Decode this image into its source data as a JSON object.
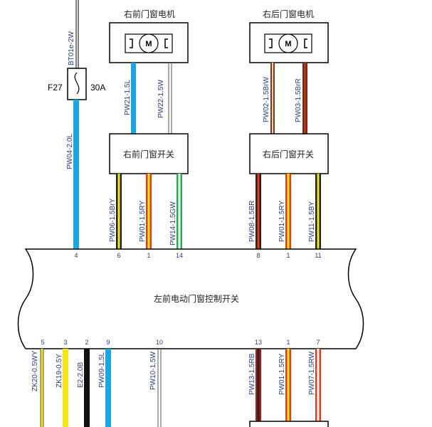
{
  "motors": {
    "right_front": {
      "title": "右前门窗电机",
      "symbol": "M"
    },
    "right_rear": {
      "title": "右后门窗电机",
      "symbol": "M"
    }
  },
  "switches": {
    "right_front": "右前门窗开关",
    "right_rear": "右后门窗开关"
  },
  "main_switch": {
    "title": "左前电动门窗控制开关"
  },
  "fuse": {
    "name": "F27",
    "rating": "30A",
    "feed_wire": "BT01e-2W"
  },
  "wires": {
    "pw04": {
      "label": "PW04-2.0L",
      "color": "#1aa7e6"
    },
    "pw21": {
      "label": "PW21-1.5L",
      "color": "#1aa7e6"
    },
    "pw22": {
      "label": "PW22-1.5W",
      "color": "#ffffff"
    },
    "pw02": {
      "label": "PW02-1.5BrW",
      "color": "#7a3a16"
    },
    "pw03": {
      "label": "PW03-1.5BrR",
      "color": "#7a2a12"
    },
    "pw06": {
      "label": "PW06-1.5BrY",
      "color": "#8a6a1a"
    },
    "pw01_a": {
      "label": "PW01-1.5RY",
      "color": "#e53a1a"
    },
    "pw14": {
      "label": "PW14-1.5GW",
      "color": "#22b04a"
    },
    "pw08": {
      "label": "PW08-1.5BR",
      "color": "#222222"
    },
    "pw01_b": {
      "label": "PW01-1.5RY",
      "color": "#e53a1a"
    },
    "pw11": {
      "label": "PW11-1.5BY",
      "color": "#222222"
    },
    "zk20": {
      "label": "ZK20-0.5WY",
      "color": "#ffffff"
    },
    "zk19": {
      "label": "ZK19-0.5Y",
      "color": "#f3e51a"
    },
    "e2": {
      "label": "E2-2.0B",
      "color": "#111111"
    },
    "pw09": {
      "label": "PW09-1.5L",
      "color": "#1aa7e6"
    },
    "pw10": {
      "label": "PW10-1.5W",
      "color": "#ffffff"
    },
    "pw13": {
      "label": "PW13-1.5RB",
      "color": "#b01818"
    },
    "pw01_c": {
      "label": "PW01-1.5RY",
      "color": "#e53a1a"
    },
    "pw07": {
      "label": "PW07-1.5RW",
      "color": "#e53a1a"
    }
  },
  "pins_top": [
    "4",
    "6",
    "1",
    "14",
    "8",
    "1",
    "11"
  ],
  "pins_bottom": [
    "5",
    "3",
    "2",
    "9",
    "10",
    "13",
    "1",
    "7"
  ],
  "colors": {
    "outline": "#000000",
    "label_text": "#2a3a8a",
    "stripe_yellow": "#f3e51a",
    "stripe_white": "#ffffff"
  }
}
